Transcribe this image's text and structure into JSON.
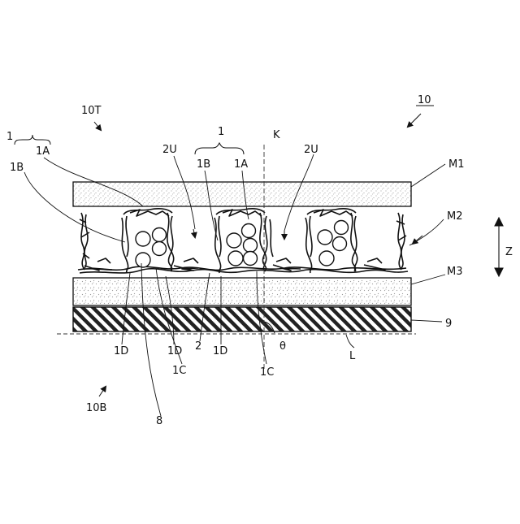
{
  "labels": {
    "assembly": "10",
    "top_side": "10T",
    "bottom_side": "10B",
    "fiber_group_left": "1",
    "fiber_group_mid": "1",
    "part_1A_left": "1A",
    "part_1B_left": "1B",
    "part_1A_mid": "1A",
    "part_1B_mid": "1B",
    "space_left": "2U",
    "space_right": "2U",
    "axis_k": "K",
    "layer_m1": "M1",
    "layer_m2": "M2",
    "layer_m3": "M3",
    "substrate": "9",
    "direction_z": "Z",
    "part_1D_a": "1D",
    "part_1D_b": "1D",
    "part_2": "2",
    "part_1D_c": "1D",
    "angle_theta": "θ",
    "line_l": "L",
    "part_1C_left": "1C",
    "part_1C_right": "1C",
    "particle_8": "8"
  },
  "colors": {
    "ink": "#111111",
    "dot": "#9a9a9a",
    "paper": "#ffffff"
  }
}
